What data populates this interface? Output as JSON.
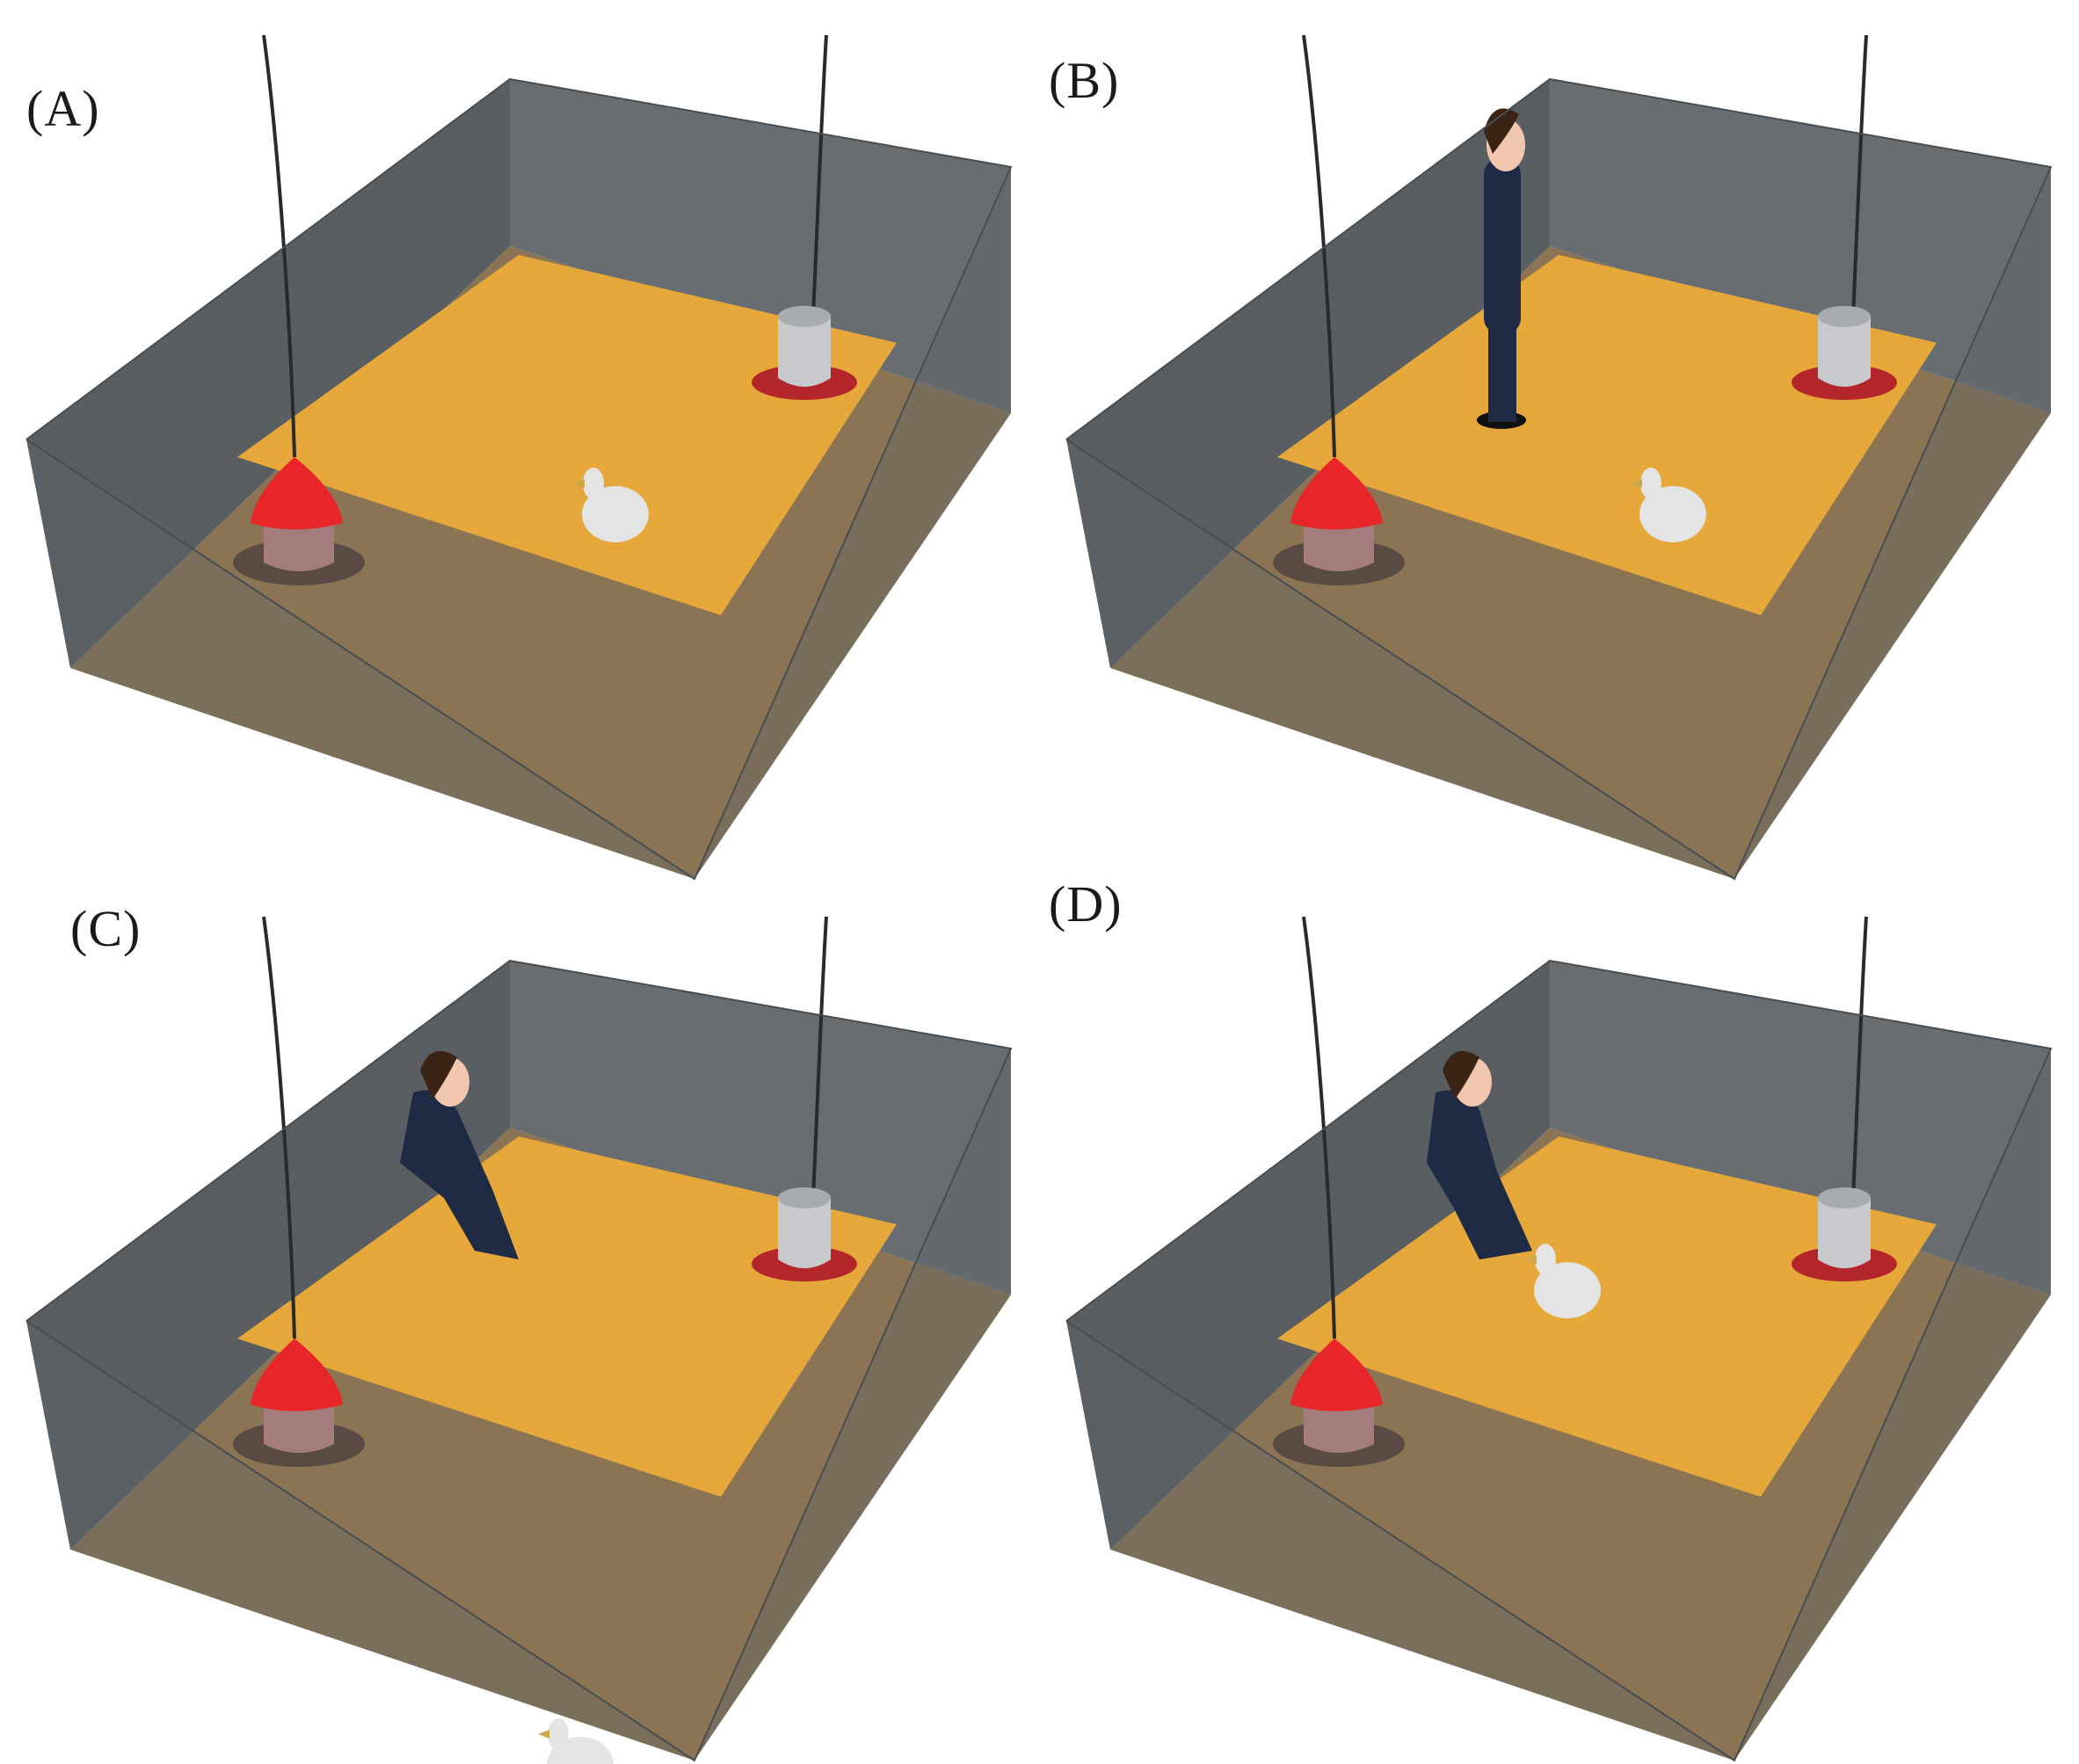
{
  "panels": [
    {
      "id": "A",
      "label": "(A)",
      "person": "none"
    },
    {
      "id": "B",
      "label": "(B)",
      "person": "standing"
    },
    {
      "id": "C",
      "label": "(C)",
      "person": "kneeling"
    },
    {
      "id": "D",
      "label": "(D)",
      "person": "touching"
    }
  ],
  "colors": {
    "wall": "#5f6569",
    "wall_dark": "#4f5558",
    "floor": "#e6a83a",
    "floor_under": "#8a7454",
    "lamp": "#e8262a",
    "drinker": "#c7c9cc",
    "drinker_base": "#b3262a",
    "hen": "#e4e4e4",
    "person_clothes": "#1f2a44",
    "person_skin": "#f2c7b0",
    "person_hair": "#3b2416",
    "cable": "#2a2a2a"
  }
}
